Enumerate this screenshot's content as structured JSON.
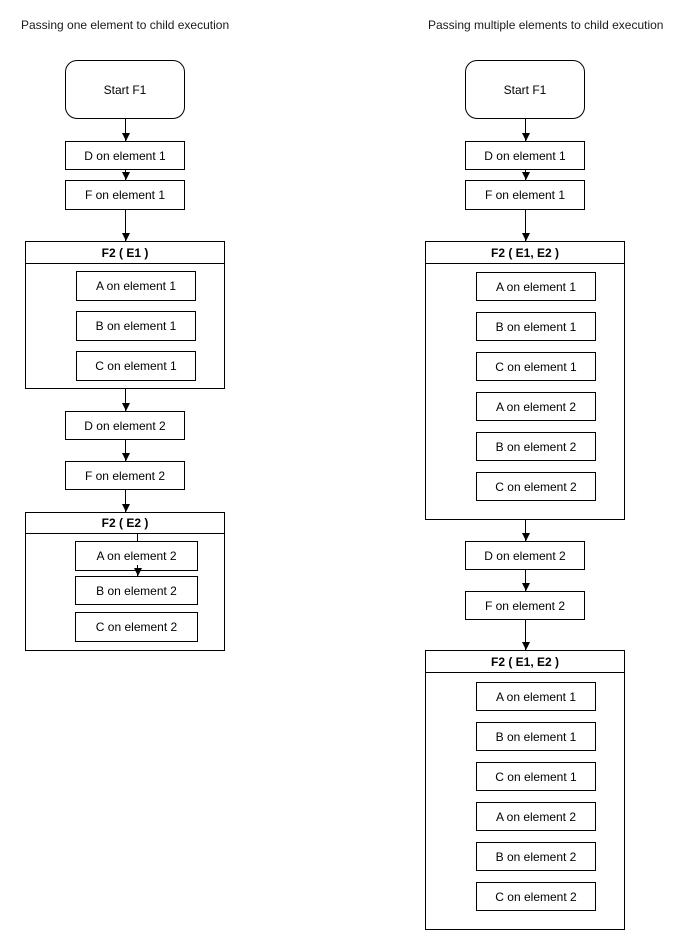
{
  "colors": {
    "stroke": "#000000",
    "fill": "#ffffff",
    "text": "#000000",
    "background": "#ffffff"
  },
  "left": {
    "title": "Passing one element to child execution",
    "start_label": "Start F1",
    "steps": {
      "d1": "D on element 1",
      "f1": "F on element 1",
      "d2": "D on element 2",
      "f2": "F on element 2"
    },
    "group1": {
      "header": "F2 ( E1 )",
      "items": [
        "A on element 1",
        "B on element 1",
        "C on element 1"
      ]
    },
    "group2": {
      "header": "F2 ( E2 )",
      "items": [
        "A on element 2",
        "B on element 2",
        "C on element 2"
      ]
    }
  },
  "right": {
    "title": "Passing multiple elements to child execution",
    "start_label": "Start F1",
    "steps": {
      "d1": "D on element 1",
      "f1": "F on element 1",
      "d2": "D on element 2",
      "f2": "F on element 2"
    },
    "group1": {
      "header": "F2 ( E1, E2 )",
      "items": [
        "A on element 1",
        "B on element 1",
        "C on element 1",
        "A on element 2",
        "B on element 2",
        "C on element 2"
      ]
    },
    "group2": {
      "header": "F2 ( E1, E2 )",
      "items": [
        "A on element 1",
        "B on element 1",
        "C on element 1",
        "A on element 2",
        "B on element 2",
        "C on element 2"
      ]
    }
  }
}
